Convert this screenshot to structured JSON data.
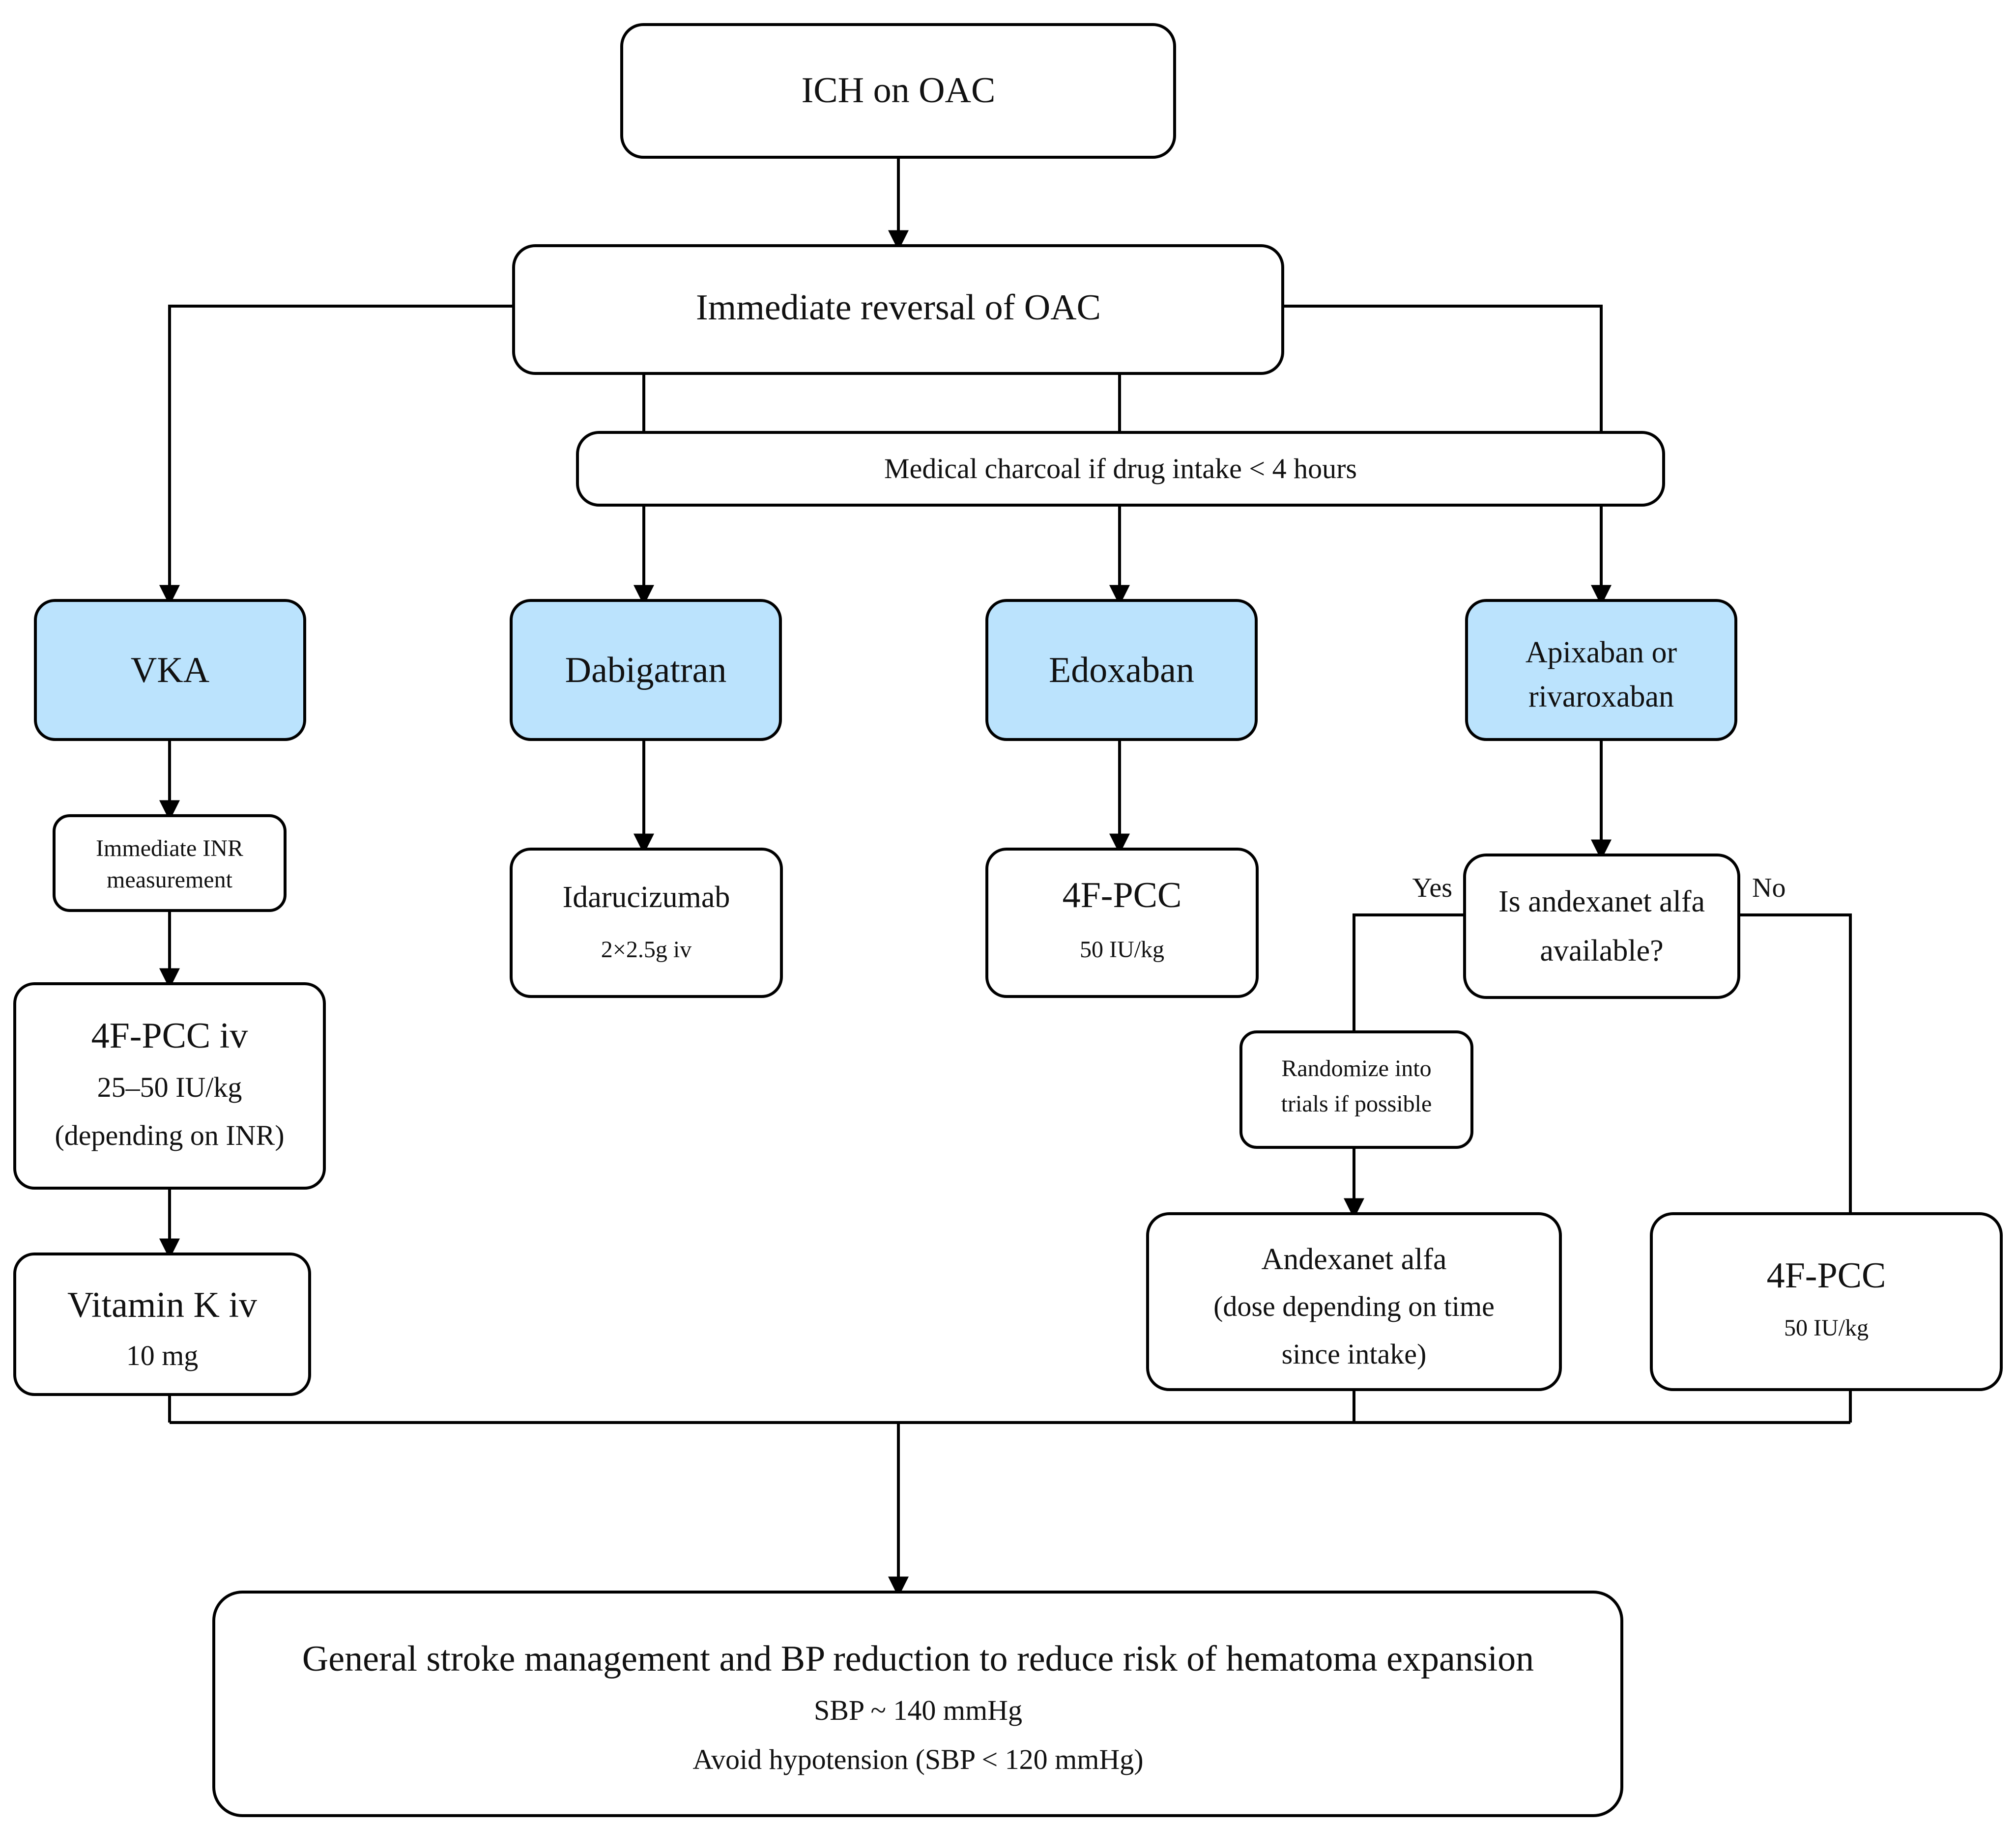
{
  "diagram": {
    "title": "ICH on OAC reversal algorithm",
    "accent_blue": "#bbe3fd",
    "line_color": "#000000",
    "background": "#ffffff"
  },
  "nodes": {
    "ich_on_oac": {
      "label": "ICH on OAC"
    },
    "immediate_reversal": {
      "label": "Immediate reversal of OAC"
    },
    "medical_charcoal": {
      "label": "Medical charcoal if drug intake < 4 hours"
    },
    "vka": {
      "label": "VKA"
    },
    "dabigatran": {
      "label": "Dabigatran"
    },
    "edoxaban": {
      "label": "Edoxaban"
    },
    "apixaban_rivaroxaban": {
      "label_line1": "Apixaban or",
      "label_line2": "rivaroxaban"
    },
    "inr_measurement": {
      "label_line1": "Immediate INR",
      "label_line2": "measurement"
    },
    "pcc_iv": {
      "label": "4F-PCC iv",
      "dose": "25–50 IU/kg",
      "note": "(depending on INR)"
    },
    "vitamin_k": {
      "label": "Vitamin K iv",
      "dose": "10 mg"
    },
    "idarucizumab": {
      "label": "Idarucizumab",
      "dose": "2×2.5g iv"
    },
    "pcc_edoxaban": {
      "label": "4F-PCC",
      "dose": "50 IU/kg"
    },
    "andexanet_available": {
      "label_line1": "Is andexanet alfa",
      "label_line2": "available?"
    },
    "randomize": {
      "label_line1": "Randomize into",
      "label_line2": "trials if possible"
    },
    "andexanet_alfa": {
      "label": "Andexanet alfa",
      "note_line1": "(dose depending on time",
      "note_line2": "since intake)"
    },
    "pcc_no_andexanet": {
      "label": "4F-PCC",
      "dose": "50 IU/kg"
    },
    "general_management": {
      "label": "General stroke management and BP reduction to reduce risk of hematoma expansion",
      "detail_line1": "SBP ~ 140 mmHg",
      "detail_line2": "Avoid hypotension (SBP < 120 mmHg)"
    }
  },
  "edge_labels": {
    "yes": "Yes",
    "no": "No"
  }
}
